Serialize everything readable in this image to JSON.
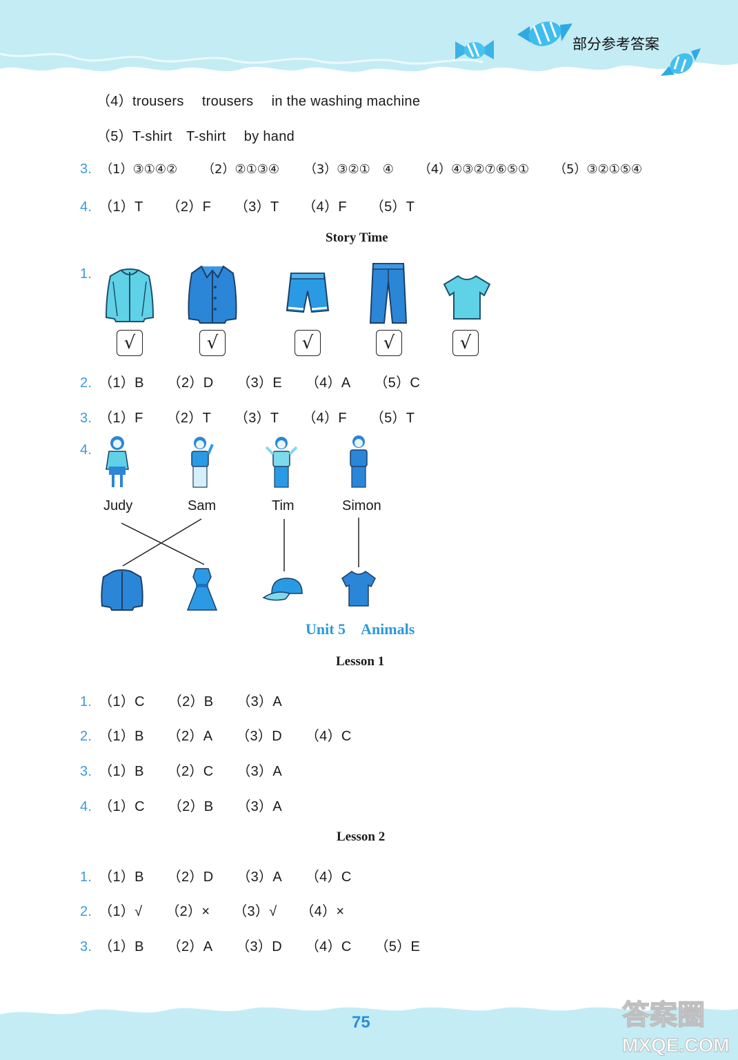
{
  "header": {
    "title": "部分参考答案"
  },
  "footer": {
    "page_number": "75",
    "watermark": "MXQE.COM"
  },
  "top_lines": [
    {
      "text": "（4）trousers　 trousers　 in the washing machine"
    },
    {
      "text": "（5）T-shirt　T-shirt　 by hand"
    }
  ],
  "q3": {
    "num": "3.",
    "items": [
      "（1）③①④②",
      "（2）②①③④",
      "（3）③②①　④",
      "（4）④③②⑦⑥⑤①",
      "（5）③②①⑤④"
    ]
  },
  "q4": {
    "num": "4.",
    "items": [
      "（1）T",
      "（2）F",
      "（3）T",
      "（4）F",
      "（5）T"
    ]
  },
  "story_time": {
    "title": "Story Time",
    "q1": {
      "num": "1.",
      "mark": "√",
      "clothes": [
        "jacket",
        "coat",
        "shorts",
        "trousers",
        "t-shirt"
      ]
    },
    "q2": {
      "num": "2.",
      "items": [
        "（1）B",
        "（2）D",
        "（3）E",
        "（4）A",
        "（5）C"
      ]
    },
    "q3": {
      "num": "3.",
      "items": [
        "（1）F",
        "（2）T",
        "（3）T",
        "（4）F",
        "（5）T"
      ]
    },
    "q4": {
      "num": "4.",
      "names": [
        "Judy",
        "Sam",
        "Tim",
        "Simon"
      ]
    }
  },
  "unit5": {
    "title": "Unit 5　Animals",
    "lesson1": {
      "title": "Lesson 1",
      "lines": [
        {
          "num": "1.",
          "items": [
            "（1）C",
            "（2）B",
            "（3）A"
          ]
        },
        {
          "num": "2.",
          "items": [
            "（1）B",
            "（2）A",
            "（3）D",
            "（4）C"
          ]
        },
        {
          "num": "3.",
          "items": [
            "（1）B",
            "（2）C",
            "（3）A"
          ]
        },
        {
          "num": "4.",
          "items": [
            "（1）C",
            "（2）B",
            "（3）A"
          ]
        }
      ]
    },
    "lesson2": {
      "title": "Lesson 2",
      "lines": [
        {
          "num": "1.",
          "items": [
            "（1）B",
            "（2）D",
            "（3）A",
            "（4）C"
          ]
        },
        {
          "num": "2.",
          "items": [
            "（1）√",
            "（2）×",
            "（3）√",
            "（4）×"
          ]
        },
        {
          "num": "3.",
          "items": [
            "（1）B",
            "（2）A",
            "（3）D",
            "（4）C",
            "（5）E"
          ]
        }
      ]
    }
  },
  "colors": {
    "accent": "#3a9ad9",
    "band": "#bfeaf3",
    "clothing": "#2a86d6",
    "clothing_light": "#5ed0e8"
  }
}
